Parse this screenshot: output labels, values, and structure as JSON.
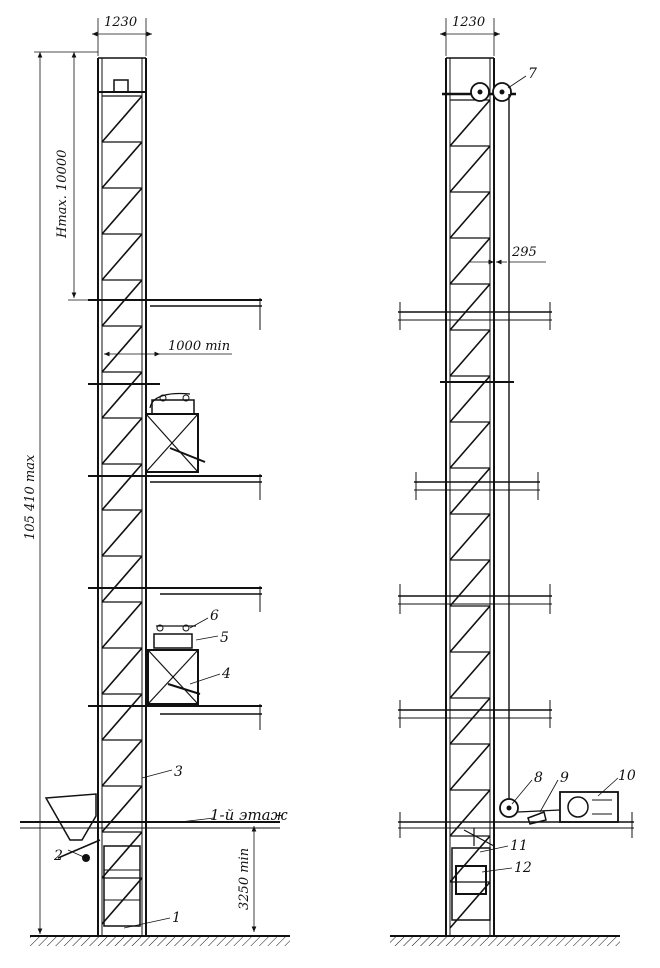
{
  "labels": {
    "width_left": "1230",
    "width_right": "1230",
    "h_max": "Hmax. 10000",
    "total_height": "105 410 max",
    "clearance": "1000 min",
    "offset_295": "295",
    "floor_1": "1-й этаж",
    "base_height": "3250 min",
    "callouts": [
      "1",
      "2",
      "3",
      "4",
      "5",
      "6",
      "7",
      "8",
      "9",
      "10",
      "11",
      "12"
    ]
  },
  "colors": {
    "ink": "#111111",
    "paper": "#ffffff"
  }
}
